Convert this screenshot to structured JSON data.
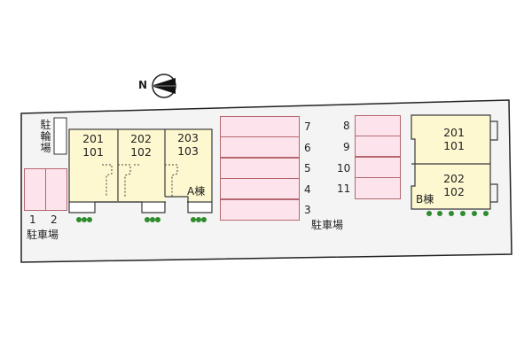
{
  "compass": {
    "label": "N",
    "icon": "north-arrow-icon"
  },
  "colors": {
    "site_fill": "#f4f4f4",
    "site_border": "#222222",
    "building_fill": "#fdf8d0",
    "building_border": "#3a3a3a",
    "parking_fill": "#fde4ec",
    "parking_border": "#b5676f",
    "tree": "#2e8b2e"
  },
  "bicycle_parking": {
    "label_chars": [
      "駐",
      "輪",
      "場"
    ]
  },
  "parking": {
    "label": "駐車場",
    "left_group": {
      "stalls": [
        "1",
        "2"
      ],
      "label": "駐車場"
    },
    "center_group": {
      "stalls": [
        "7",
        "6",
        "5",
        "4",
        "3"
      ],
      "label": "駐車場"
    },
    "right_group": {
      "stalls": [
        "8",
        "9",
        "10",
        "11"
      ]
    }
  },
  "building_a": {
    "name": "A棟",
    "units": [
      {
        "upper": "201",
        "lower": "101"
      },
      {
        "upper": "202",
        "lower": "102"
      },
      {
        "upper": "203",
        "lower": "103"
      }
    ]
  },
  "building_b": {
    "name": "B棟",
    "units": [
      {
        "upper": "201",
        "lower": "101"
      },
      {
        "upper": "202",
        "lower": "102"
      }
    ]
  }
}
